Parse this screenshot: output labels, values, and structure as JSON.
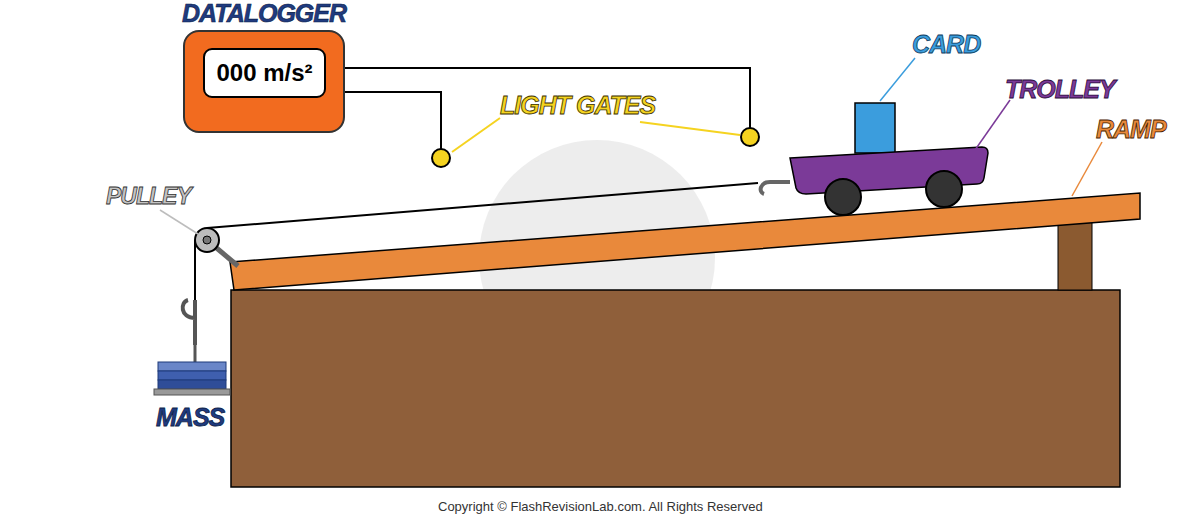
{
  "diagram": {
    "nodes": [
      {
        "text": [
          "DATALOGGER"
        ]
      },
      {
        "text": [
          "000 m/s²"
        ],
        "in": 0
      }
    ],
    "edges": [],
    "labels": [
      "LIGHT GATES",
      "CARD",
      "TROLLEY",
      "RAMP",
      "PULLEY",
      "MASS",
      "Copyright © FlashRevisionLab.com. All Rights Reserved"
    ]
  }
}
